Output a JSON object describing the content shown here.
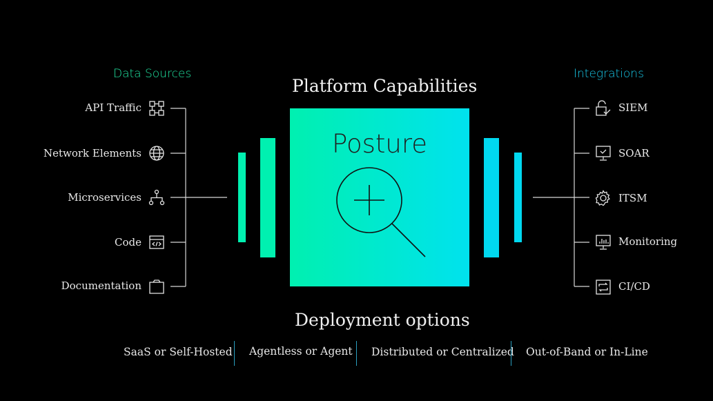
{
  "colors": {
    "sources_accent": "#20e3a0",
    "integrations_accent": "#18c8e8",
    "box_gradient_start": "#00f0b0",
    "box_gradient_end": "#00e2ee"
  },
  "sources": {
    "header": "Data Sources",
    "items": [
      {
        "label": "API Traffic",
        "icon": "api-traffic-icon"
      },
      {
        "label": "Network Elements",
        "icon": "globe-icon"
      },
      {
        "label": "Microservices",
        "icon": "microservices-icon"
      },
      {
        "label": "Code",
        "icon": "code-window-icon"
      },
      {
        "label": "Documentation",
        "icon": "folder-icon"
      }
    ]
  },
  "platform": {
    "title": "Platform Capabilities",
    "box_label": "Posture",
    "box_icon": "magnifier-plus-icon"
  },
  "integrations": {
    "header": "Integrations",
    "items": [
      {
        "label": "SIEM",
        "icon": "lock-check-icon"
      },
      {
        "label": "SOAR",
        "icon": "monitor-check-icon"
      },
      {
        "label": "ITSM",
        "icon": "gear-icon"
      },
      {
        "label": "Monitoring",
        "icon": "monitor-chart-icon"
      },
      {
        "label": "CI/CD",
        "icon": "cycle-window-icon"
      }
    ]
  },
  "deployment": {
    "title": "Deployment options",
    "options": [
      "SaaS or Self-Hosted",
      "Agentless or Agent",
      "Distributed or Centralized",
      "Out-of-Band or In-Line"
    ]
  }
}
